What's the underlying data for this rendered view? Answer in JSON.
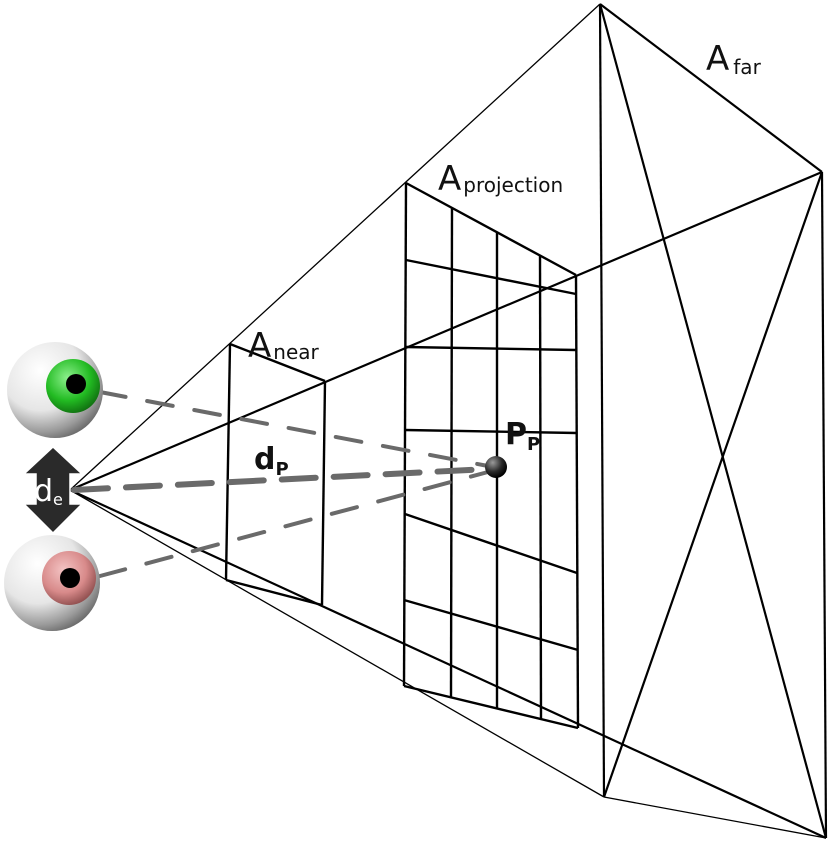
{
  "labels": {
    "far": {
      "main": "A",
      "sub": "far"
    },
    "projection": {
      "main": "A",
      "sub": "projection"
    },
    "near": {
      "main": "A",
      "sub": "near"
    },
    "eye_distance": {
      "main": "d",
      "sub": "e"
    },
    "projection_distance": {
      "main": "d",
      "sub": "P"
    },
    "projection_point": {
      "main": "P",
      "sub": "P"
    }
  },
  "colors": {
    "line": "#000000",
    "dashed_ray": "#666666",
    "left_eye_iris": "#22bb22",
    "right_eye_iris": "#d88a8a",
    "eye_arrow": "#2a2a2a"
  }
}
